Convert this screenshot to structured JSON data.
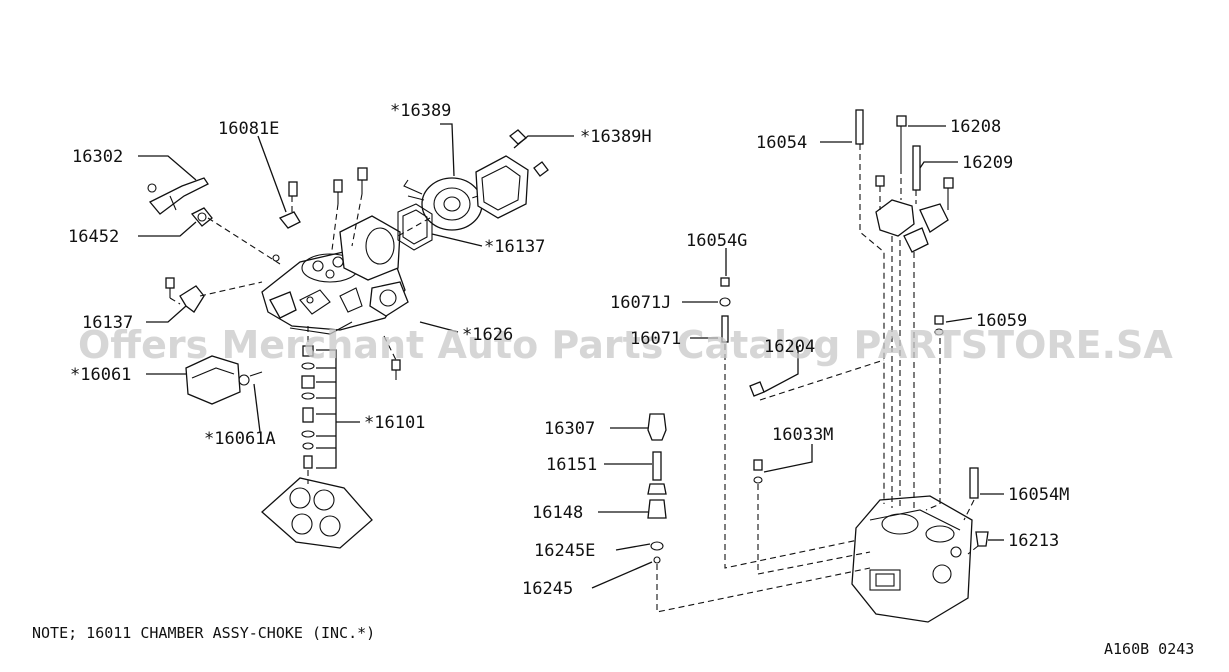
{
  "labels": {
    "l16389": "*16389",
    "l16389h": "*16389H",
    "l16081e": "16081E",
    "l16302": "16302",
    "l16452": "16452",
    "l16137a": "*16137",
    "l16137b": "16137",
    "l1626": "*1626",
    "l16061": "*16061",
    "l16101": "*16101",
    "l16061a": "*16061A",
    "l16054": "16054",
    "l16208": "16208",
    "l16209": "16209",
    "l16054g": "16054G",
    "l16071j": "16071J",
    "l16071": "16071",
    "l16204": "16204",
    "l16059": "16059",
    "l16307": "16307",
    "l16151": "16151",
    "l16033m": "16033M",
    "l16148": "16148",
    "l16054m": "16054M",
    "l16245e": "16245E",
    "l16213": "16213",
    "l16245": "16245"
  },
  "note": "NOTE; 16011 CHAMBER ASSY-CHOKE (INC.*)",
  "code": "A160B 0243",
  "watermark": "Offers Merchant Auto Parts Catalog PARTSTORE.SA"
}
